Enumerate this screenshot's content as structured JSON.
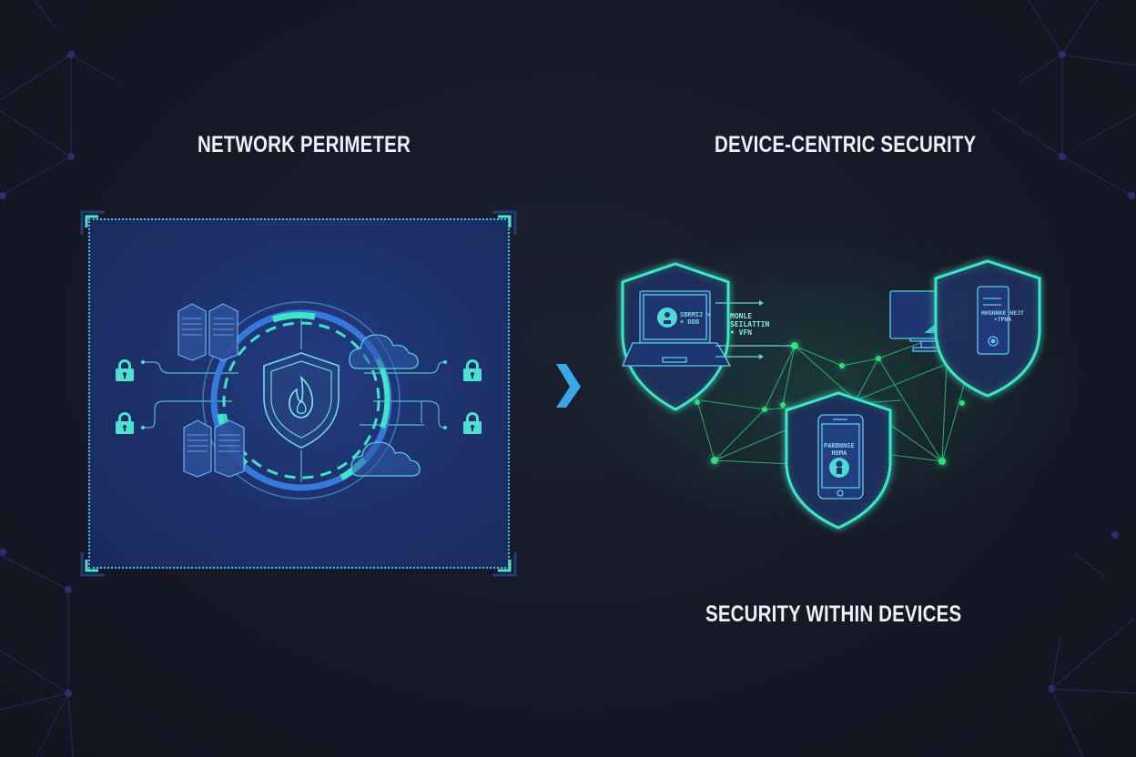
{
  "left_panel": {
    "title": "NETWORK PERIMETER",
    "center_icon": "shield-firewall-icon",
    "elements": [
      "server-rack-icon",
      "server-rack-icon",
      "cloud-icon",
      "cloud-icon",
      "lock-icon",
      "lock-icon",
      "lock-icon",
      "lock-icon"
    ]
  },
  "transition": {
    "icon": "chevron-right-icon"
  },
  "right_panel": {
    "title": "DEVICE-CENTRIC SECURITY",
    "caption": "SECURITY WITHIN DEVICES",
    "devices": [
      {
        "name": "laptop",
        "screen_text": "SBRMI2 >\n+ DDB",
        "side_text": "MONLE\nSEILATTIN\n• VFN"
      },
      {
        "name": "desktop",
        "screen_text": "HHGNNKE NEJT\n•7PNA"
      },
      {
        "name": "phone",
        "screen_text": "PARBNNSE\nHOMA"
      }
    ]
  },
  "colors": {
    "background": "#151825",
    "panel_fill": "#1d3068",
    "accent_cyan": "#3ee6c8",
    "accent_blue": "#3aa8e8",
    "accent_green": "#2fe07a",
    "title_text": "#eef1f8"
  }
}
